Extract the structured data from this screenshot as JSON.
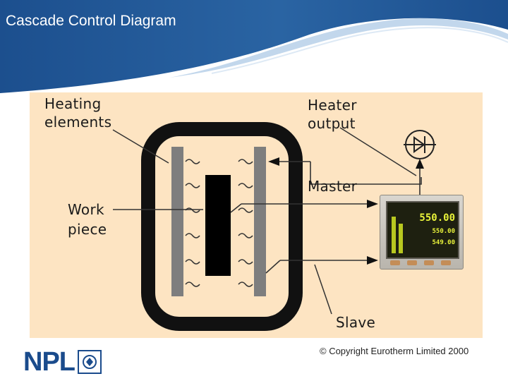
{
  "slide": {
    "title": "Cascade Control Diagram"
  },
  "diagram": {
    "labels": {
      "heating_elements_line1": "Heating",
      "heating_elements_line2": "elements",
      "work_piece_line1": "Work",
      "work_piece_line2": "piece",
      "heater_output_line1": "Heater",
      "heater_output_line2": "output",
      "master": "Master",
      "slave": "Slave"
    },
    "controller": {
      "display_main": "550.00",
      "display_second": "550.00",
      "display_third": "549.00"
    }
  },
  "footer": {
    "logo_text": "NPL",
    "copyright": "© Copyright Eurotherm Limited  2000"
  },
  "colors": {
    "header_blue": "#1a4e8c",
    "panel_bg": "#fde4c2",
    "npl_blue": "#1a4b8c"
  }
}
